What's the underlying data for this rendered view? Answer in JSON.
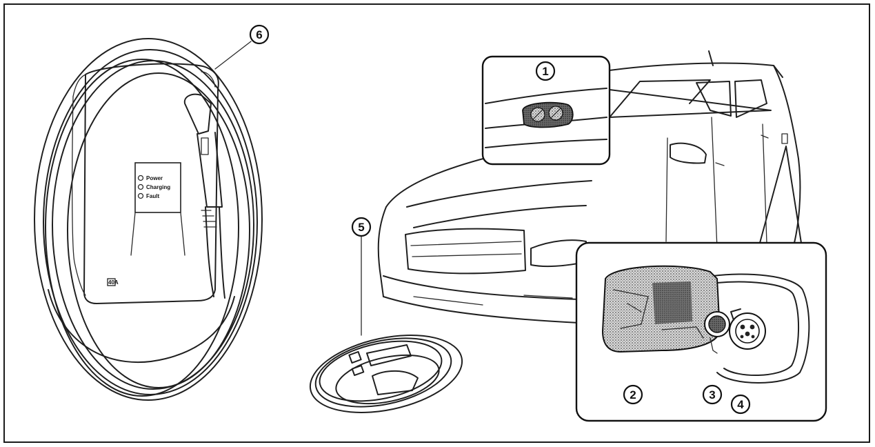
{
  "callouts": [
    {
      "id": "callout-1",
      "label": "1"
    },
    {
      "id": "callout-2",
      "label": "2"
    },
    {
      "id": "callout-3",
      "label": "3"
    },
    {
      "id": "callout-4",
      "label": "4"
    },
    {
      "id": "callout-5",
      "label": "5"
    },
    {
      "id": "callout-6",
      "label": "6"
    }
  ],
  "charger_panel": {
    "power_label": "Power",
    "charging_label": "Charging",
    "fault_label": "Fault",
    "rating_label": "40A"
  },
  "colors": {
    "line": "#1f1f1f",
    "shade": "#8a8a8a",
    "background": "#ffffff"
  }
}
